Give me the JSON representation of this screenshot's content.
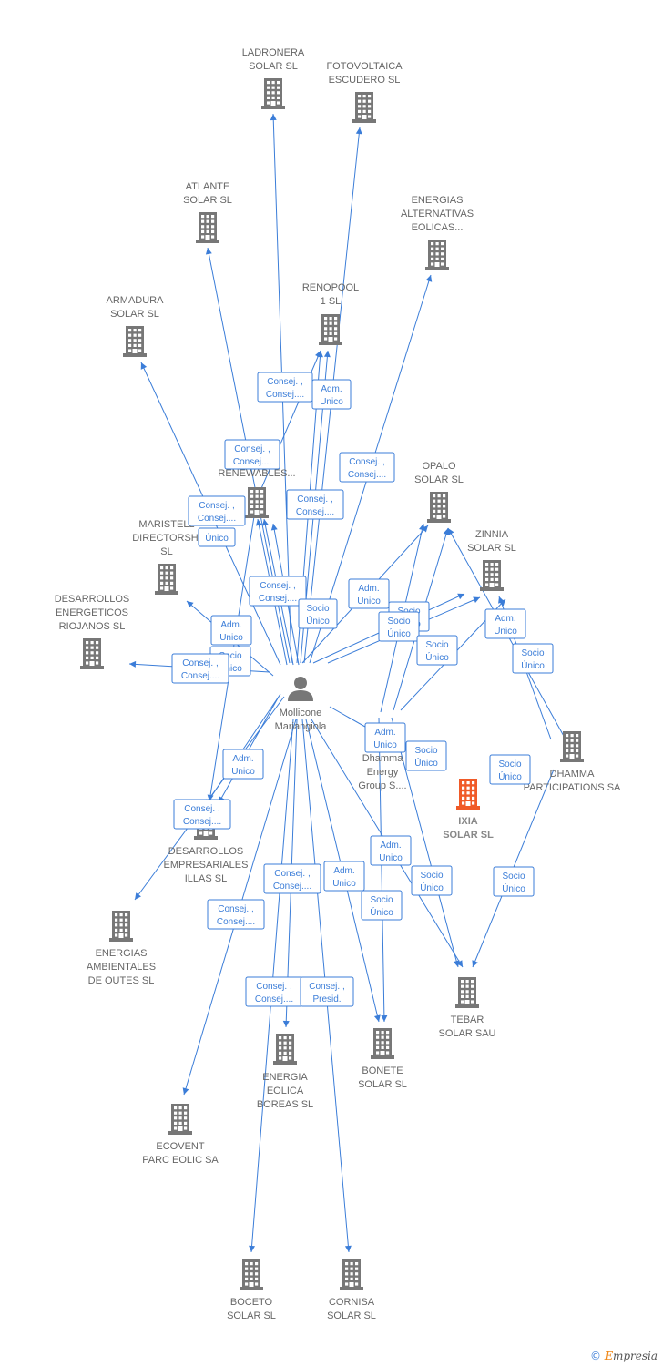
{
  "colors": {
    "edge": "#3b7dd8",
    "company": "#777777",
    "company_highlight": "#f05a28",
    "person": "#777777",
    "label": "#666666"
  },
  "footer": {
    "copyright": "©",
    "brand_e": "E",
    "brand_rest": "mpresia"
  },
  "nodes": [
    {
      "id": "mollicone",
      "kind": "person",
      "icon": "person-icon",
      "label": [
        "Mollicone",
        "Mariangiola"
      ]
    },
    {
      "id": "dhamma_group",
      "kind": "person-hidden",
      "icon": "building-icon",
      "label": [
        "Dhamma",
        "Energy",
        "Group S...."
      ]
    },
    {
      "id": "ladronera",
      "kind": "company",
      "icon": "building-icon",
      "label": [
        "LADRONERA",
        "SOLAR  SL"
      ]
    },
    {
      "id": "fotovoltaica",
      "kind": "company",
      "icon": "building-icon",
      "label": [
        "FOTOVOLTAICA",
        "ESCUDERO  SL"
      ]
    },
    {
      "id": "atlante",
      "kind": "company",
      "icon": "building-icon",
      "label": [
        "ATLANTE",
        "SOLAR  SL"
      ]
    },
    {
      "id": "energias_alt",
      "kind": "company",
      "icon": "building-icon",
      "label": [
        "ENERGIAS",
        "ALTERNATIVAS",
        "EOLICAS..."
      ]
    },
    {
      "id": "renopool",
      "kind": "company",
      "icon": "building-icon",
      "label": [
        "RENOPOOL",
        "1 SL"
      ]
    },
    {
      "id": "armadura",
      "kind": "company",
      "icon": "building-icon",
      "label": [
        "ARMADURA",
        "SOLAR  SL"
      ]
    },
    {
      "id": "renewables",
      "kind": "company",
      "icon": "building-icon",
      "label": [
        "E",
        "RENEWABLES..."
      ]
    },
    {
      "id": "opalo",
      "kind": "company",
      "icon": "building-icon",
      "label": [
        "OPALO",
        "SOLAR  SL"
      ]
    },
    {
      "id": "zinnia",
      "kind": "company",
      "icon": "building-icon",
      "label": [
        "ZINNIA",
        "SOLAR SL"
      ]
    },
    {
      "id": "maristell",
      "kind": "company",
      "icon": "building-icon",
      "label": [
        "MARISTELL",
        "DIRECTORSHI",
        "SL"
      ]
    },
    {
      "id": "desarrollos_rio",
      "kind": "company",
      "icon": "building-icon",
      "label": [
        "DESARROLLOS",
        "ENERGETICOS",
        "RIOJANOS SL"
      ]
    },
    {
      "id": "dhamma_part",
      "kind": "company",
      "icon": "building-icon",
      "label": [
        "DHAMMA",
        "PARTICIPATIONS SA"
      ]
    },
    {
      "id": "ixia",
      "kind": "highlight",
      "icon": "building-icon",
      "label": [
        "IXIA",
        "SOLAR  SL"
      ]
    },
    {
      "id": "desarrollos_emp",
      "kind": "company",
      "icon": "building-icon",
      "label": [
        "DESARROLLOS",
        "EMPRESARIALES",
        "ILLAS SL"
      ]
    },
    {
      "id": "energias_amb",
      "kind": "company",
      "icon": "building-icon",
      "label": [
        "ENERGIAS",
        "AMBIENTALES",
        "DE OUTES  SL"
      ]
    },
    {
      "id": "tebar",
      "kind": "company",
      "icon": "building-icon",
      "label": [
        "TEBAR",
        "SOLAR SAU"
      ]
    },
    {
      "id": "bonete",
      "kind": "company",
      "icon": "building-icon",
      "label": [
        "BONETE",
        "SOLAR  SL"
      ]
    },
    {
      "id": "energia_eolica",
      "kind": "company",
      "icon": "building-icon",
      "label": [
        "ENERGIA",
        "EOLICA",
        "BOREAS SL"
      ]
    },
    {
      "id": "ecovent",
      "kind": "company",
      "icon": "building-icon",
      "label": [
        "ECOVENT",
        "PARC EOLIC SA"
      ]
    },
    {
      "id": "boceto",
      "kind": "company",
      "icon": "building-icon",
      "label": [
        "BOCETO",
        "SOLAR  SL"
      ]
    },
    {
      "id": "cornisa",
      "kind": "company",
      "icon": "building-icon",
      "label": [
        "CORNISA",
        "SOLAR  SL"
      ]
    }
  ],
  "edge_labels": [
    [
      "Consej. ,",
      "Consej...."
    ],
    [
      "Adm.",
      "Unico"
    ],
    [
      "Consej. ,",
      "Consej...."
    ],
    [
      "Consej. ,",
      "Consej...."
    ],
    [
      "Consej. ,",
      "Consej...."
    ],
    [
      "Consej. ,",
      "Consej...."
    ],
    [
      "Único"
    ],
    [
      "Consej. ,",
      "Consej...."
    ],
    [
      "Adm.",
      "Unico"
    ],
    [
      "Socio",
      "Único"
    ],
    [
      "Socio",
      "Único"
    ],
    [
      "Adm.",
      "Unico"
    ],
    [
      "Socio",
      "Único"
    ],
    [
      "Socio",
      "Único"
    ],
    [
      "Socio",
      "Único"
    ],
    [
      "Adm.",
      "Unico"
    ],
    [
      "Socio",
      "Único"
    ],
    [
      "Consej. ,",
      "Consej...."
    ],
    [
      "Adm.",
      "Unico"
    ],
    [
      "Socio",
      "Único"
    ],
    [
      "Socio",
      "Único"
    ],
    [
      "Adm.",
      "Unico"
    ],
    [
      "Consej. ,",
      "Consej...."
    ],
    [
      "Consej. ,",
      "Consej...."
    ],
    [
      "Adm.",
      "Unico"
    ],
    [
      "Socio",
      "Único"
    ],
    [
      "Socio",
      "Único"
    ],
    [
      "Adm.",
      "Unico"
    ],
    [
      "Socio",
      "Único"
    ],
    [
      "Consej. ,",
      "Consej...."
    ],
    [
      "Consej. ,",
      "Consej...."
    ],
    [
      "Consej. ,",
      "Presid."
    ],
    [
      "Socio",
      "Único"
    ]
  ]
}
